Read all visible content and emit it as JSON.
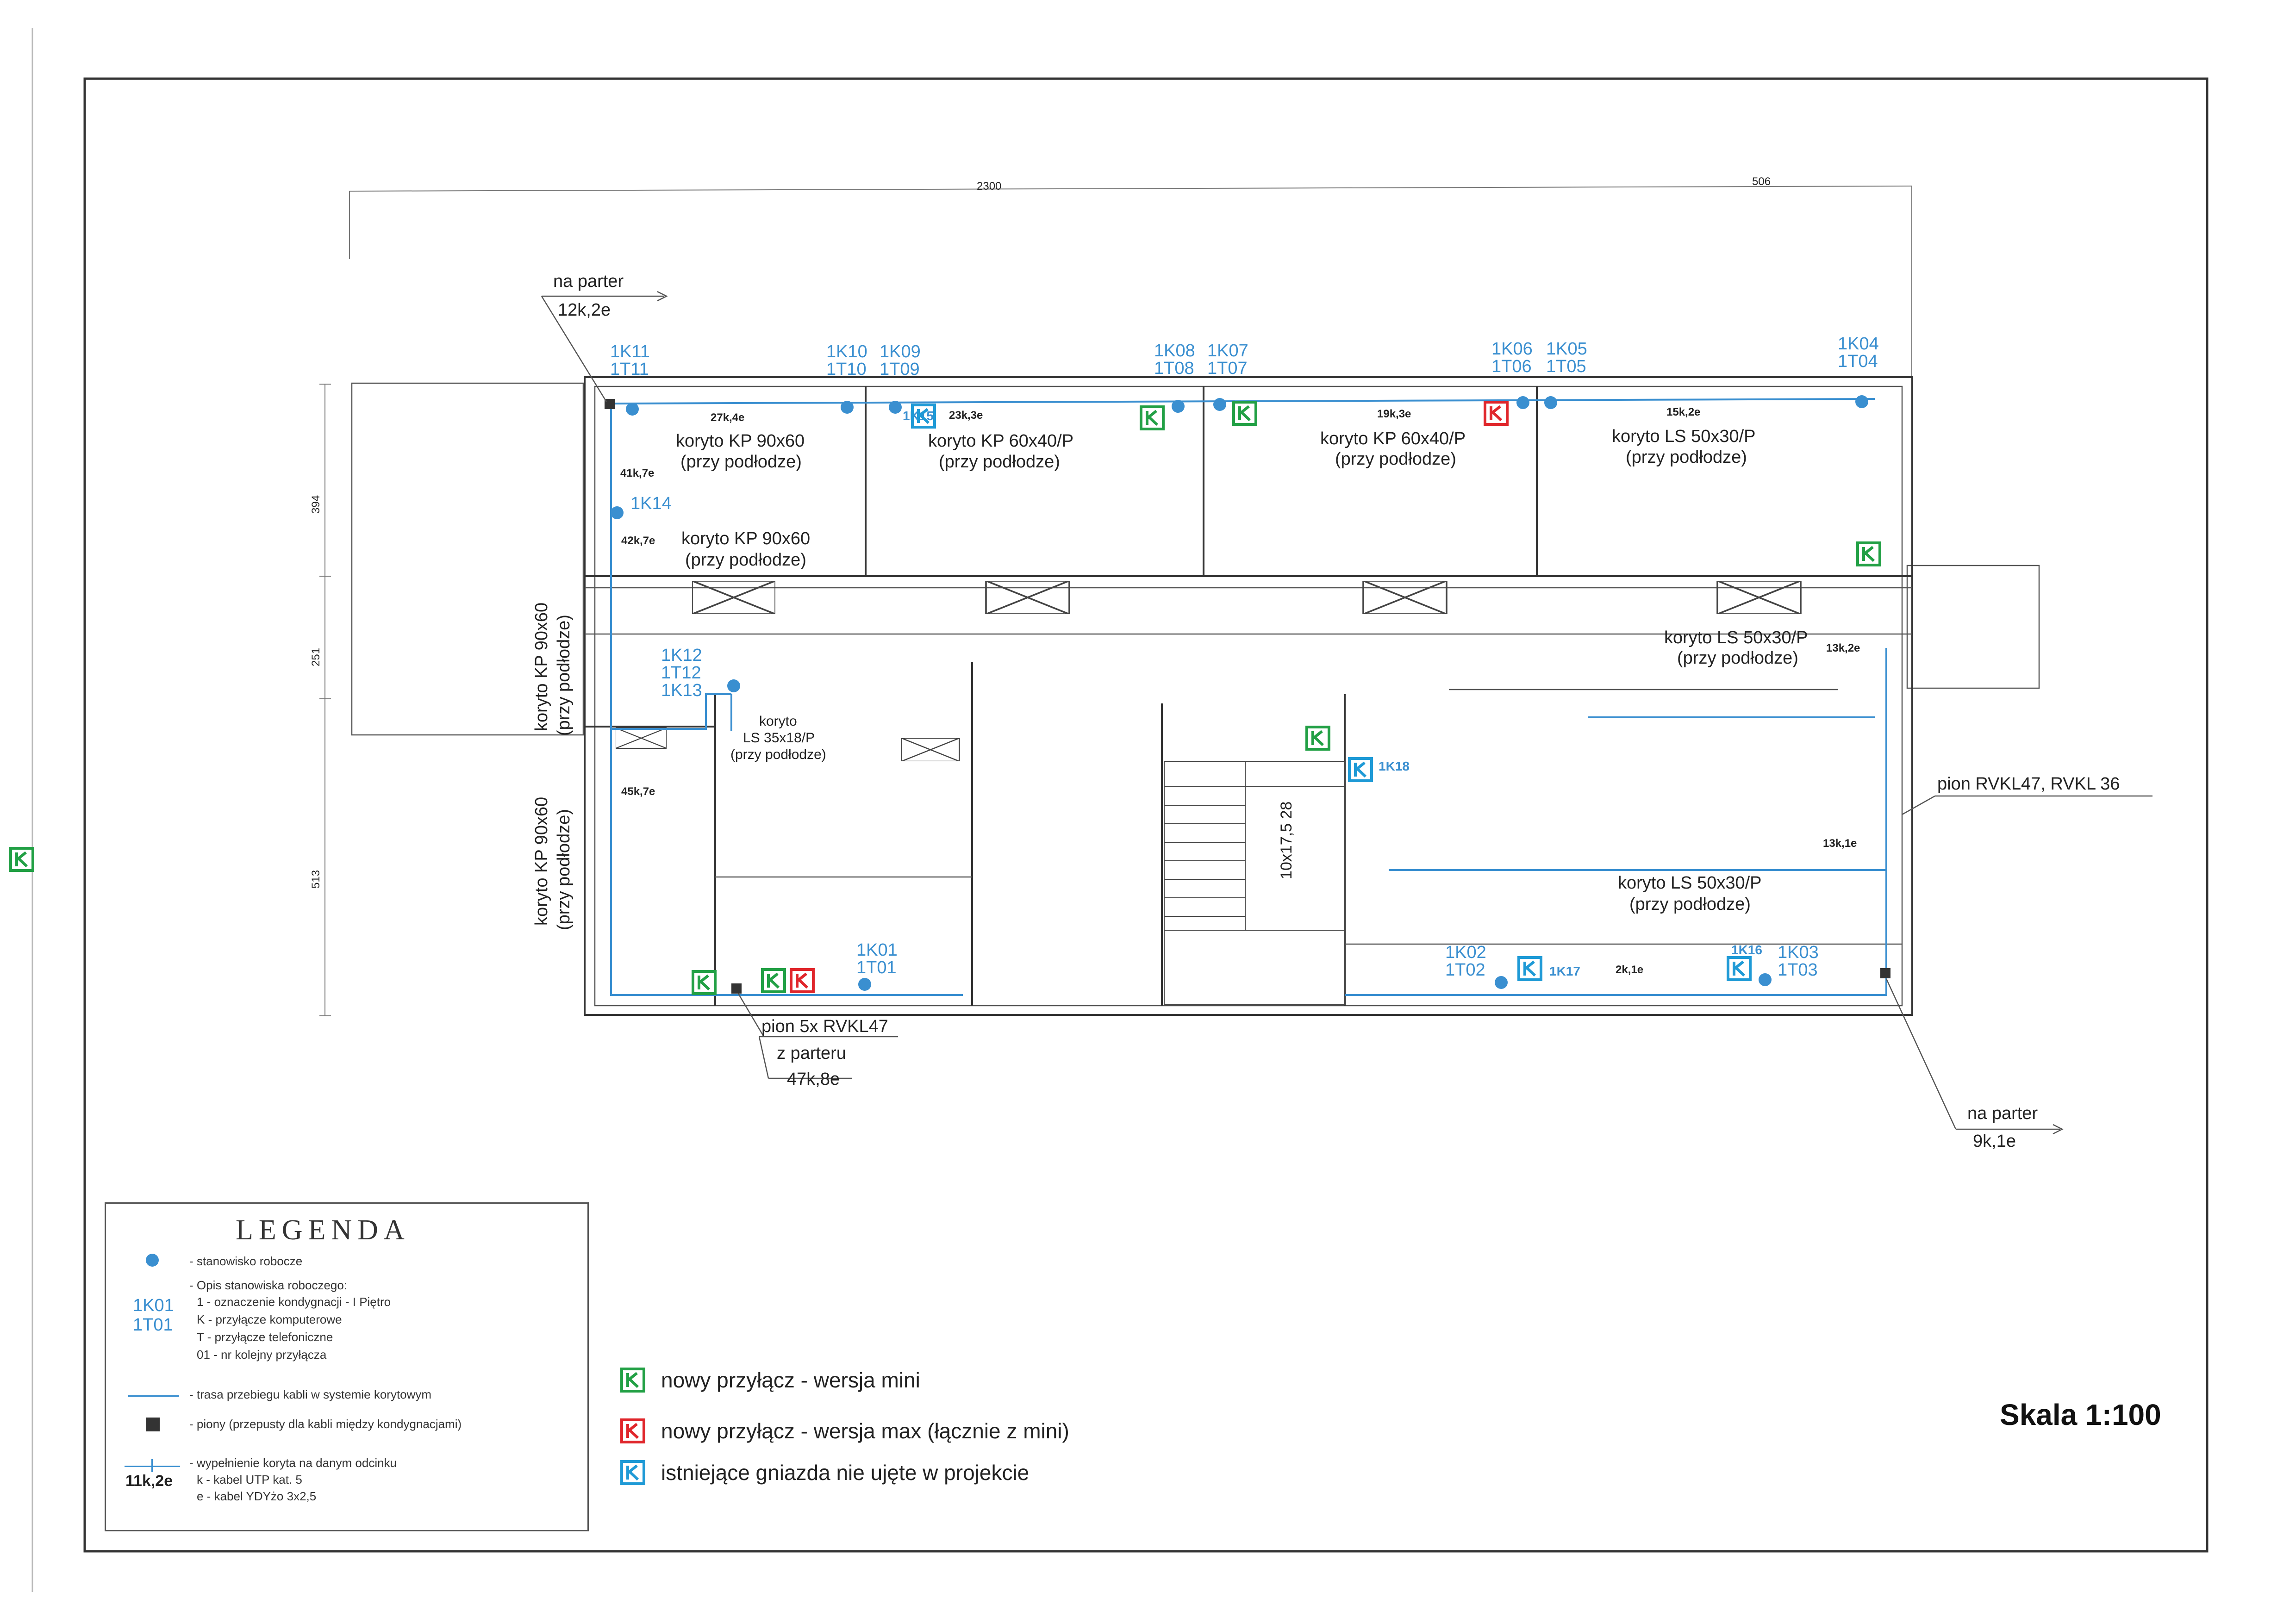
{
  "dimensions": {
    "total_width": "2300",
    "right_width": "506",
    "h1": "394",
    "h2": "251",
    "h3": "513"
  },
  "risers_labels": {
    "top_left": [
      "na parter",
      "12k,2e"
    ],
    "bottom_left": [
      "pion 5x RVKL47",
      "z parteru",
      "47k,8e"
    ],
    "bottom_right": [
      "na parter",
      "9k,1e"
    ],
    "right_pion": "pion RVKL47, RVKL 36"
  },
  "workstations": [
    {
      "k": "1K11",
      "t": "1T11"
    },
    {
      "k": "1K10",
      "t": "1T10"
    },
    {
      "k": "1K09",
      "t": "1T09"
    },
    {
      "k": "1K08",
      "t": "1T08"
    },
    {
      "k": "1K07",
      "t": "1T07"
    },
    {
      "k": "1K06",
      "t": "1T06"
    },
    {
      "k": "1K05",
      "t": "1T05"
    },
    {
      "k": "1K04",
      "t": "1T04"
    },
    {
      "k": "1K12",
      "t": "1T12",
      "extra": "1K13"
    },
    {
      "k": "1K01",
      "t": "1T01"
    },
    {
      "k": "1K02",
      "t": "1T02"
    },
    {
      "k": "1K03",
      "t": "1T03"
    }
  ],
  "single_sockets": [
    "1K14",
    "1K15",
    "1K16",
    "1K17",
    "1K18"
  ],
  "trays": [
    {
      "name": "koryto KP 90x60",
      "sub": "(przy podłodze)"
    },
    {
      "name": "koryto KP 60x40/P",
      "sub": "(przy podłodze)"
    },
    {
      "name": "koryto KP 60x40/P",
      "sub": "(przy podłodze)"
    },
    {
      "name": "koryto LS 50x30/P",
      "sub": "(przy podłodze)"
    },
    {
      "name": "koryto KP 90x60",
      "sub": "(przy podłodze)"
    },
    {
      "name": "koryto LS 50x30/P",
      "sub": "(przy podłodze)"
    },
    {
      "name": "koryto LS 50x30/P",
      "sub": "(przy podłodze)"
    },
    {
      "name": "koryto",
      "sub": "LS 35x18/P",
      "sub2": "(przy podłodze)"
    },
    {
      "name": "koryto KP 90x60",
      "sub": "(przy podłodze)"
    },
    {
      "name": "koryto KP 90x60",
      "sub": "(przy podłodze)"
    }
  ],
  "fill_labels": [
    "27k,4e",
    "23k,3e",
    "19k,3e",
    "15k,2e",
    "41k,7e",
    "42k,7e",
    "45k,7e",
    "13k,2e",
    "13k,1e",
    "2k,1e"
  ],
  "stair_text": "10x17,5  28",
  "legend": {
    "title": "LEGENDA",
    "workstation": "- stanowisko robocze",
    "desc_title": "- Opis stanowiska roboczego:",
    "desc_lines": [
      "1 - oznaczenie kondygnacji - I Piętro",
      "K - przyłącze komputerowe",
      "T - przyłącze telefoniczne",
      "01 - nr kolejny przyłącza"
    ],
    "desc_codes": [
      "1K01",
      "1T01"
    ],
    "route": "- trasa przebiegu kabli w systemie korytowym",
    "risers": "- piony (przepusty dla  kabli między kondygnacjami)",
    "fill_title": "- wypełnienie koryta na danym odcinku",
    "fill_example": "11k,2e",
    "fill_lines": [
      "k - kabel UTP kat. 5",
      "e - kabel YDYżo 3x2,5"
    ]
  },
  "key": [
    {
      "color": "#22a045",
      "label": "nowy przyłącz - wersja mini"
    },
    {
      "color": "#e0262b",
      "label": "nowy przyłącz - wersja max (łącznie z mini)"
    },
    {
      "color": "#1f9ad6",
      "label": "istniejące gniazda nie ujęte w projekcie"
    }
  ],
  "scale": "Skala 1:100",
  "colors": {
    "route": "#3a8fd0",
    "mini": "#22a045",
    "max": "#e0262b",
    "existing": "#1f9ad6"
  }
}
